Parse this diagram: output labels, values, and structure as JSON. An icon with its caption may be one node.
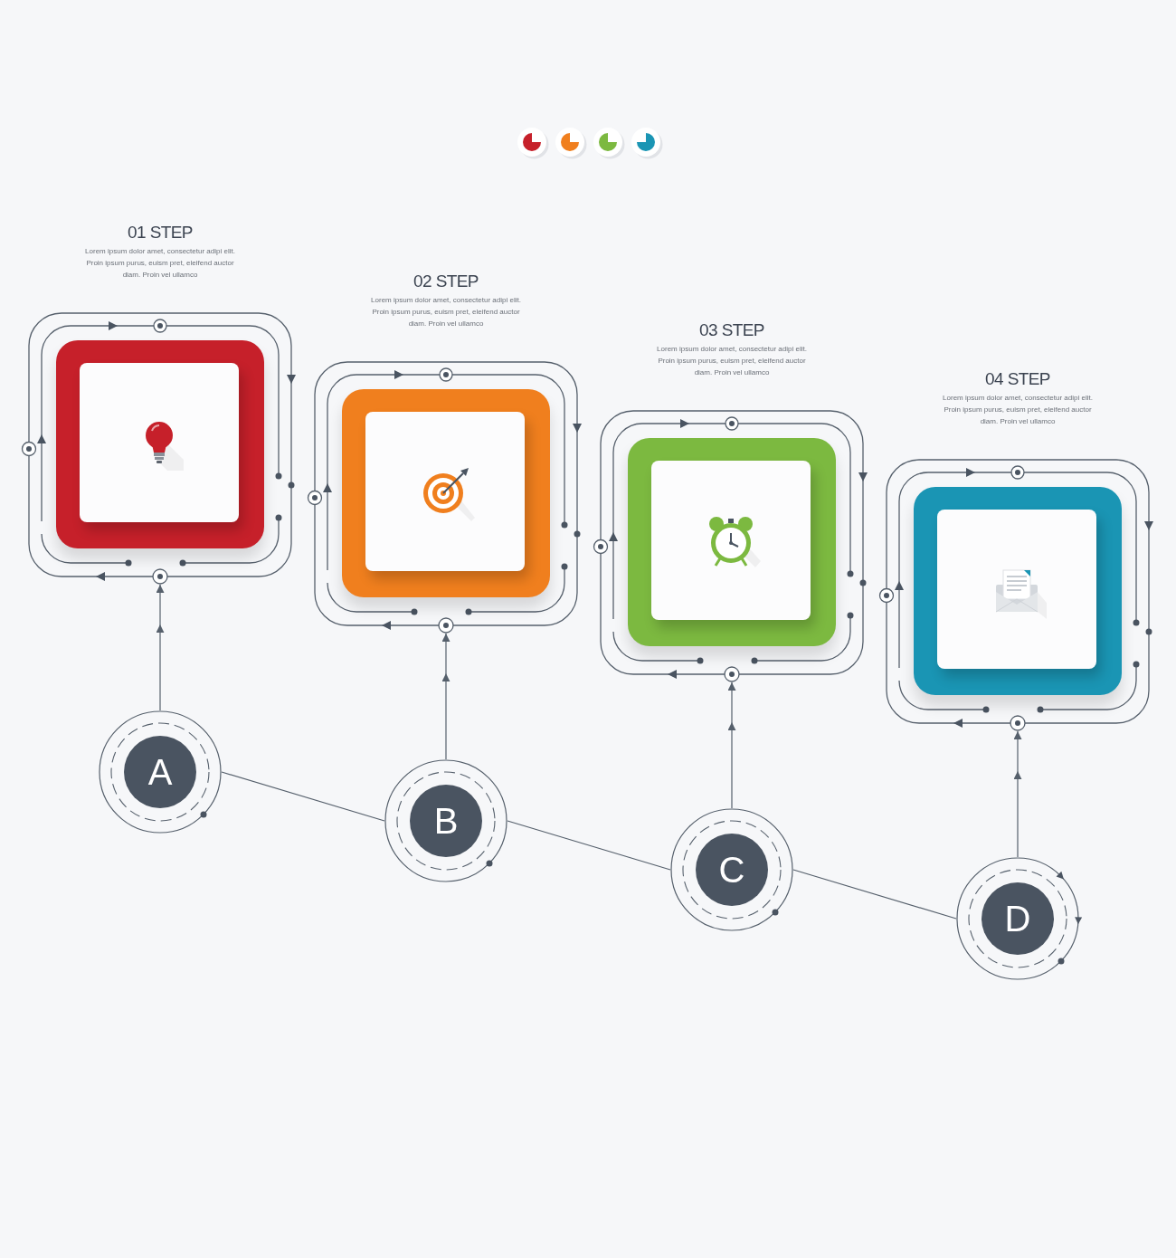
{
  "diagram": {
    "nodes": [
      {
        "text": [
          "01 STEP",
          "Lorem ipsum dolor amet, consectetur adipi elit. Proin ipsum purus, euism pret, eleifend auctor diam. Proin vel ullamco"
        ]
      },
      {
        "text": [
          "02 STEP",
          "Lorem ipsum dolor amet, consectetur adipi elit. Proin ipsum purus, euism pret, eleifend auctor diam. Proin vel ullamco"
        ]
      },
      {
        "text": [
          "03 STEP",
          "Lorem ipsum dolor amet, consectetur adipi elit. Proin ipsum purus, euism pret, eleifend auctor diam. Proin vel ullamco"
        ]
      },
      {
        "text": [
          "04 STEP",
          "Lorem ipsum dolor amet, consectetur adipi elit. Proin ipsum purus, euism pret, eleifend auctor diam. Proin vel ullamco"
        ]
      },
      {
        "text": [
          "A"
        ]
      },
      {
        "text": [
          "B"
        ]
      },
      {
        "text": [
          "C"
        ]
      },
      {
        "text": [
          "D"
        ]
      }
    ],
    "edges": [
      {
        "from": 4,
        "to": 0,
        "arrow": "to"
      },
      {
        "from": 5,
        "to": 1,
        "arrow": "to"
      },
      {
        "from": 6,
        "to": 2,
        "arrow": "to"
      },
      {
        "from": 7,
        "to": 3,
        "arrow": "to"
      },
      {
        "from": 4,
        "to": 5,
        "arrow": "none"
      },
      {
        "from": 5,
        "to": 6,
        "arrow": "none"
      },
      {
        "from": 6,
        "to": 7,
        "arrow": "none"
      }
    ]
  }
}
